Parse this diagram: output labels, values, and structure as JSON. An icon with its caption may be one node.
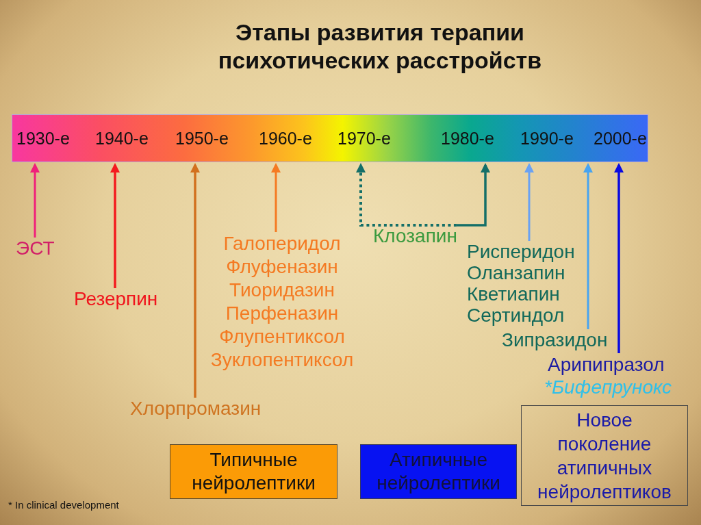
{
  "diagram": {
    "title": "Этапы развития терапии психотических расстройств",
    "nodes": [
      {
        "text": [
          "1930-е",
          "1940-е",
          "1950-е",
          "1960-е",
          "1970-е",
          "1980-е",
          "1990-е",
          "2000-е"
        ]
      },
      {
        "text": [
          "ЭСТ"
        ]
      },
      {
        "text": [
          "Резерпин"
        ]
      },
      {
        "text": [
          "Хлорпромазин"
        ]
      },
      {
        "text": [
          "Галоперидол",
          "Флуфеназин",
          "Тиоридазин",
          "Перфеназин",
          "Флупентиксол",
          "Зуклопентиксол"
        ]
      },
      {
        "text": [
          "Клозапин"
        ]
      },
      {
        "text": [
          "Рисперидон",
          "Оланзапин",
          "Кветиапин",
          "Сертиндол"
        ]
      },
      {
        "text": [
          "Зипразидон"
        ]
      },
      {
        "text": [
          "Арипипразол",
          "*Бифепрунокс"
        ]
      },
      {
        "text": [
          "Типичные нейролептики"
        ]
      },
      {
        "text": [
          "Атипичные нейролептики"
        ]
      },
      {
        "text": [
          "Новое поколение атипичных нейролептиков"
        ]
      }
    ],
    "edges": [
      {
        "from": 1,
        "to": 0,
        "arrow": "to",
        "color": "#f0207a"
      },
      {
        "from": 2,
        "to": 0,
        "arrow": "to",
        "color": "#f41a1e"
      },
      {
        "from": 3,
        "to": 0,
        "arrow": "to",
        "color": "#d2701e"
      },
      {
        "from": 4,
        "to": 0,
        "arrow": "to",
        "color": "#f57a22"
      },
      {
        "from": 5,
        "to": 0,
        "arrow": "to",
        "style": "dashed",
        "color": "#146f68"
      },
      {
        "from": 5,
        "to": 0,
        "arrow": "to",
        "color": "#146f68"
      },
      {
        "from": 6,
        "to": 0,
        "arrow": "to",
        "color": "#6aa2f2"
      },
      {
        "from": 7,
        "to": 0,
        "arrow": "to",
        "color": "#48a4f0"
      },
      {
        "from": 8,
        "to": 0,
        "arrow": "to",
        "color": "#0a0ae0"
      }
    ],
    "labels": [
      "* In clinical development"
    ]
  }
}
